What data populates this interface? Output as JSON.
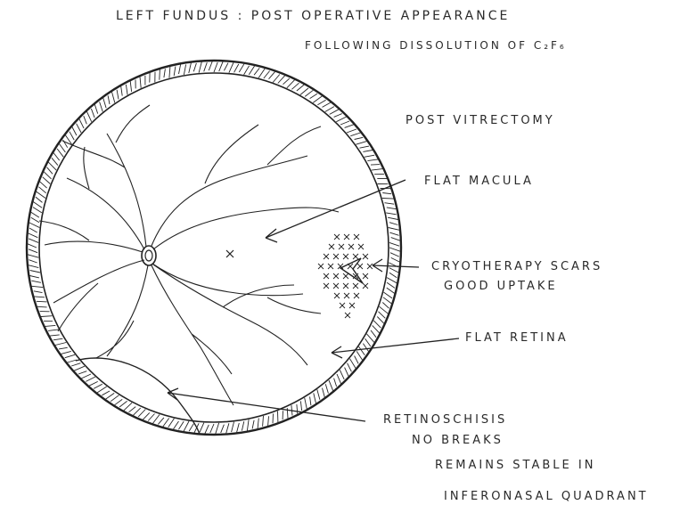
{
  "title_line1": "LEFT FUNDUS : POST OPERATIVE APPEARANCE",
  "title_line2": "FOLLOWING DISSOLUTION OF C₂F₆",
  "labels": {
    "post_vitrectomy": "POST VITRECTOMY",
    "flat_macula": "FLAT MACULA",
    "cryo_line1": "CRYOTHERAPY SCARS",
    "cryo_line2": "GOOD UPTAKE",
    "flat_retina": "FLAT RETINA",
    "schisis_line1": "RETINOSCHISIS",
    "schisis_line2": "NO BREAKS",
    "schisis_line3": "REMAINS STABLE IN",
    "schisis_line4": "INFERONASAL QUADRANT"
  },
  "colors": {
    "ink": "#222222",
    "paper": "#ffffff"
  }
}
